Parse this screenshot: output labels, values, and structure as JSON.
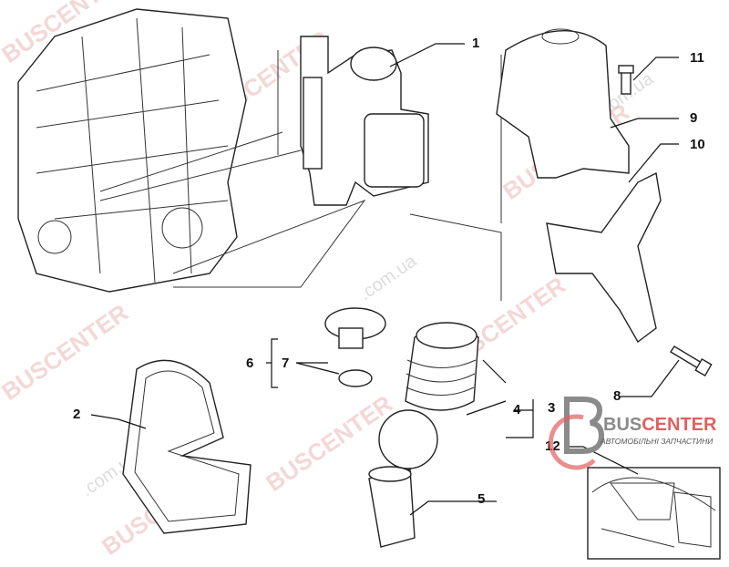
{
  "diagram": {
    "callouts": [
      "1",
      "2",
      "3",
      "4",
      "5",
      "6",
      "7",
      "8",
      "9",
      "10",
      "11",
      "12"
    ]
  },
  "logo": {
    "brand_prefix": "BUS",
    "brand_suffix": "CENTER",
    "tagline": "АВТОМОБІЛЬНІ ЗАПЧАСТИНИ"
  },
  "watermark": {
    "brand": "BUSCENTER",
    "domain": ".com.ua"
  },
  "colors": {
    "brand_red": "#e06060",
    "brand_gray": "#8a8a8a"
  }
}
